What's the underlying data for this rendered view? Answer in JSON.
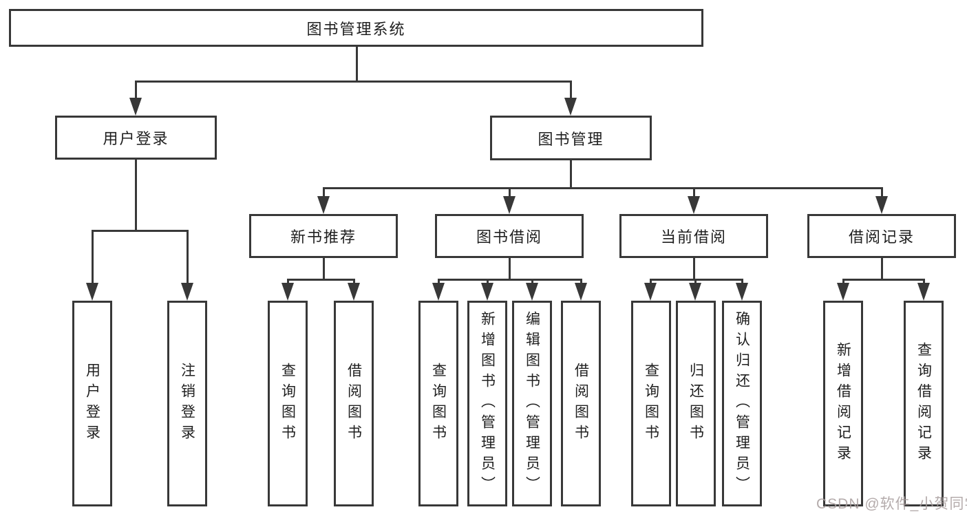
{
  "diagram": {
    "root": {
      "label": "图书管理系统"
    },
    "branches": [
      {
        "label": "用户登录",
        "leaves": [
          {
            "label": "用户登录"
          },
          {
            "label": "注销登录"
          }
        ]
      },
      {
        "label": "图书管理",
        "groups": [
          {
            "label": "新书推荐",
            "leaves": [
              {
                "label": "查询图书"
              },
              {
                "label": "借阅图书"
              }
            ]
          },
          {
            "label": "图书借阅",
            "leaves": [
              {
                "label": "查询图书"
              },
              {
                "label": "新增图书（管理员）"
              },
              {
                "label": "编辑图书（管理员）"
              },
              {
                "label": "借阅图书"
              }
            ]
          },
          {
            "label": "当前借阅",
            "leaves": [
              {
                "label": "查询图书"
              },
              {
                "label": "归还图书"
              },
              {
                "label": "确认归还（管理员）"
              }
            ]
          },
          {
            "label": "借阅记录",
            "leaves": [
              {
                "label": "新增借阅记录"
              },
              {
                "label": "查询借阅记录"
              }
            ]
          }
        ]
      }
    ]
  },
  "colors": {
    "line": "#383838",
    "box_border": "#383838",
    "text": "#1f1f1f",
    "background": "#ffffff",
    "watermark": "#a79c9c"
  },
  "watermark": {
    "text": "CSDN @软件_小贺同学"
  }
}
